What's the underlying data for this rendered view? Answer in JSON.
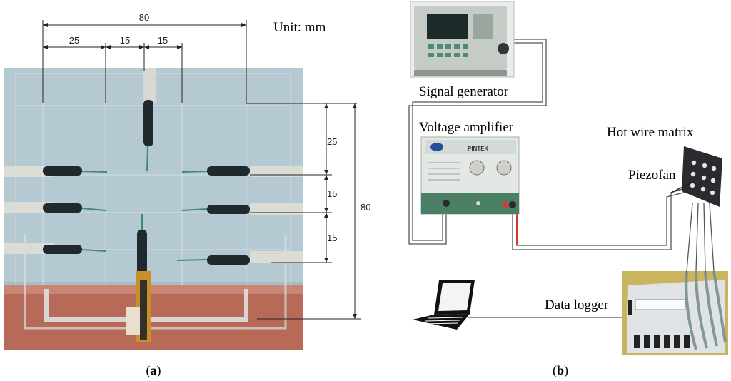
{
  "panel_a": {
    "unit_label": "Unit: mm",
    "dims_horizontal": {
      "total": "80",
      "d1": "25",
      "d2": "15",
      "d3": "15"
    },
    "dims_vertical": {
      "total": "80",
      "d1": "25",
      "d2": "15",
      "d3": "15"
    },
    "caption_open": "(",
    "caption_letter": "a",
    "caption_close": ")"
  },
  "panel_b": {
    "labels": {
      "signal_generator": "Signal generator",
      "voltage_amplifier": "Voltage amplifier",
      "hot_wire_matrix": "Hot wire matrix",
      "piezofan": "Piezofan",
      "data_logger": "Data logger"
    },
    "amplifier_brand": "PINTEK",
    "caption_open": "(",
    "caption_letter": "b",
    "caption_close": ")"
  }
}
